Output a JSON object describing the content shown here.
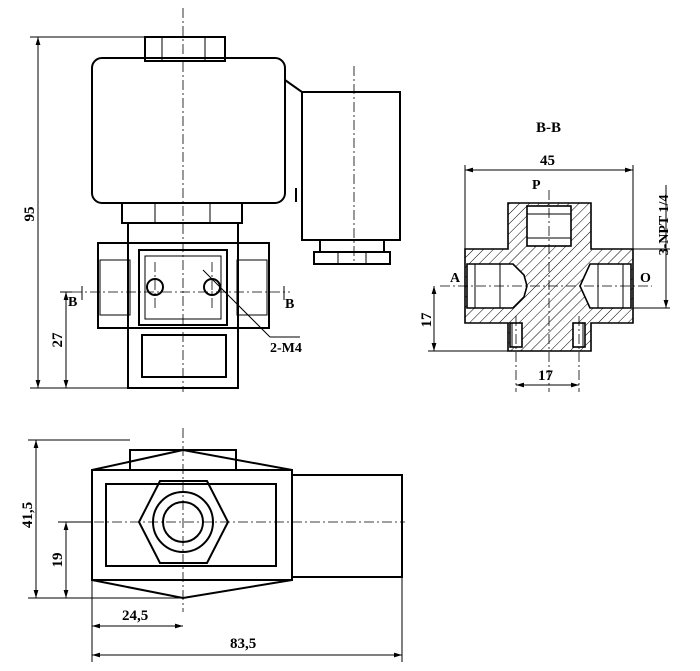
{
  "drawing": {
    "section_title": "B-B",
    "port_labels": {
      "pressure": "P",
      "a": "A",
      "outlet": "O"
    },
    "section_marks": {
      "left": "B",
      "right": "B"
    },
    "callout": "2-M4",
    "dims": {
      "overall_height": "95",
      "lower_height": "27",
      "section_width": "45",
      "thread_note": "3-NPT 1/4",
      "port_height": "17",
      "port_spacing": "17",
      "width": "41,5",
      "offset": "19",
      "axis_offset": "24,5",
      "overall_length": "83,5"
    }
  }
}
